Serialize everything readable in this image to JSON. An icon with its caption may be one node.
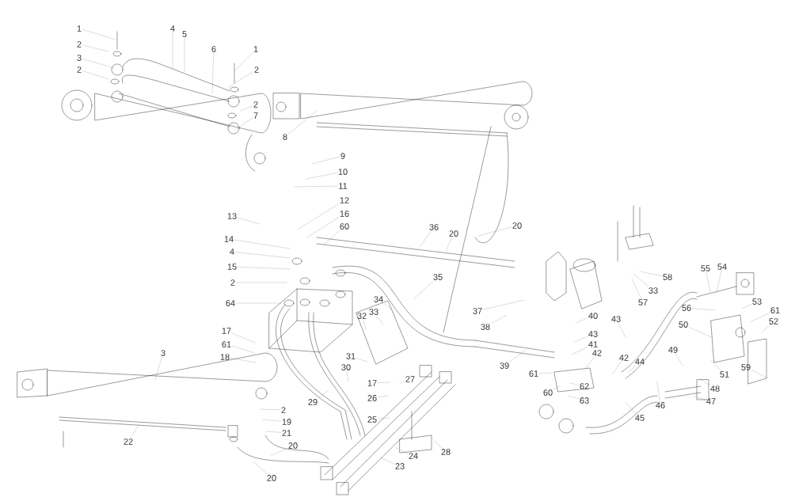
{
  "diagram": {
    "nodes": [
      {
        "text": [
          "1"
        ]
      },
      {
        "text": [
          "2"
        ]
      },
      {
        "text": [
          "3"
        ]
      },
      {
        "text": [
          "2"
        ]
      },
      {
        "text": [
          "4"
        ]
      },
      {
        "text": [
          "5"
        ]
      },
      {
        "text": [
          "6"
        ]
      },
      {
        "text": [
          "1"
        ]
      },
      {
        "text": [
          "2"
        ]
      },
      {
        "text": [
          "2"
        ]
      },
      {
        "text": [
          "7"
        ]
      },
      {
        "text": [
          "8"
        ]
      },
      {
        "text": [
          "9"
        ]
      },
      {
        "text": [
          "10"
        ]
      },
      {
        "text": [
          "11"
        ]
      },
      {
        "text": [
          "12"
        ]
      },
      {
        "text": [
          "16"
        ]
      },
      {
        "text": [
          "60"
        ]
      },
      {
        "text": [
          "13"
        ]
      },
      {
        "text": [
          "14"
        ]
      },
      {
        "text": [
          "4"
        ]
      },
      {
        "text": [
          "15"
        ]
      },
      {
        "text": [
          "2"
        ]
      },
      {
        "text": [
          "64"
        ]
      },
      {
        "text": [
          "17"
        ]
      },
      {
        "text": [
          "61"
        ]
      },
      {
        "text": [
          "18"
        ]
      },
      {
        "text": [
          "3"
        ]
      },
      {
        "text": [
          "2"
        ]
      },
      {
        "text": [
          "19"
        ]
      },
      {
        "text": [
          "21"
        ]
      },
      {
        "text": [
          "20"
        ]
      },
      {
        "text": [
          "22"
        ]
      },
      {
        "text": [
          "20"
        ]
      },
      {
        "text": [
          "29"
        ]
      },
      {
        "text": [
          "30"
        ]
      },
      {
        "text": [
          "31"
        ]
      },
      {
        "text": [
          "32"
        ]
      },
      {
        "text": [
          "33"
        ]
      },
      {
        "text": [
          "34"
        ]
      },
      {
        "text": [
          "35"
        ]
      },
      {
        "text": [
          "36"
        ]
      },
      {
        "text": [
          "20"
        ]
      },
      {
        "text": [
          "20"
        ]
      },
      {
        "text": [
          "37"
        ]
      },
      {
        "text": [
          "38"
        ]
      },
      {
        "text": [
          "39"
        ]
      },
      {
        "text": [
          "40"
        ]
      },
      {
        "text": [
          "43"
        ]
      },
      {
        "text": [
          "41"
        ]
      },
      {
        "text": [
          "42"
        ]
      },
      {
        "text": [
          "42"
        ]
      },
      {
        "text": [
          "44"
        ]
      },
      {
        "text": [
          "43"
        ]
      },
      {
        "text": [
          "45"
        ]
      },
      {
        "text": [
          "46"
        ]
      },
      {
        "text": [
          "49"
        ]
      },
      {
        "text": [
          "50"
        ]
      },
      {
        "text": [
          "51"
        ]
      },
      {
        "text": [
          "52"
        ]
      },
      {
        "text": [
          "53"
        ]
      },
      {
        "text": [
          "61"
        ]
      },
      {
        "text": [
          "54"
        ]
      },
      {
        "text": [
          "55"
        ]
      },
      {
        "text": [
          "56"
        ]
      },
      {
        "text": [
          "58"
        ]
      },
      {
        "text": [
          "33"
        ]
      },
      {
        "text": [
          "57"
        ]
      },
      {
        "text": [
          "48"
        ]
      },
      {
        "text": [
          "47"
        ]
      },
      {
        "text": [
          "59"
        ]
      },
      {
        "text": [
          "61"
        ]
      },
      {
        "text": [
          "60"
        ]
      },
      {
        "text": [
          "62"
        ]
      },
      {
        "text": [
          "63"
        ]
      },
      {
        "text": [
          "17"
        ]
      },
      {
        "text": [
          "27"
        ]
      },
      {
        "text": [
          "26"
        ]
      },
      {
        "text": [
          "25"
        ]
      },
      {
        "text": [
          "24"
        ]
      },
      {
        "text": [
          "23"
        ]
      },
      {
        "text": [
          "28"
        ]
      }
    ],
    "edges": [
      {
        "from": 0,
        "to": null,
        "arrow": "none"
      },
      {
        "from": 1,
        "to": null,
        "arrow": "none"
      },
      {
        "from": 2,
        "to": null,
        "arrow": "none"
      },
      {
        "from": 3,
        "to": null,
        "arrow": "none"
      },
      {
        "from": 4,
        "to": null,
        "arrow": "none"
      },
      {
        "from": 5,
        "to": null,
        "arrow": "none"
      },
      {
        "from": 6,
        "to": null,
        "arrow": "none"
      },
      {
        "from": 7,
        "to": null,
        "arrow": "none"
      },
      {
        "from": 8,
        "to": null,
        "arrow": "none"
      },
      {
        "from": 9,
        "to": null,
        "arrow": "none"
      },
      {
        "from": 10,
        "to": null,
        "arrow": "none"
      },
      {
        "from": 11,
        "to": null,
        "arrow": "none"
      },
      {
        "from": 12,
        "to": null,
        "arrow": "none"
      },
      {
        "from": 13,
        "to": null,
        "arrow": "none"
      },
      {
        "from": 14,
        "to": null,
        "arrow": "none"
      },
      {
        "from": 15,
        "to": null,
        "arrow": "none"
      },
      {
        "from": 16,
        "to": null,
        "arrow": "none"
      },
      {
        "from": 17,
        "to": null,
        "arrow": "none"
      },
      {
        "from": 18,
        "to": null,
        "arrow": "none"
      },
      {
        "from": 19,
        "to": null,
        "arrow": "none"
      },
      {
        "from": 20,
        "to": null,
        "arrow": "none"
      },
      {
        "from": 21,
        "to": null,
        "arrow": "none"
      },
      {
        "from": 22,
        "to": null,
        "arrow": "none"
      },
      {
        "from": 23,
        "to": null,
        "arrow": "none"
      },
      {
        "from": 24,
        "to": null,
        "arrow": "none"
      },
      {
        "from": 25,
        "to": null,
        "arrow": "none"
      },
      {
        "from": 26,
        "to": null,
        "arrow": "none"
      },
      {
        "from": 27,
        "to": null,
        "arrow": "none"
      },
      {
        "from": 28,
        "to": null,
        "arrow": "none"
      },
      {
        "from": 29,
        "to": null,
        "arrow": "none"
      },
      {
        "from": 30,
        "to": null,
        "arrow": "none"
      },
      {
        "from": 31,
        "to": null,
        "arrow": "none"
      },
      {
        "from": 32,
        "to": null,
        "arrow": "none"
      },
      {
        "from": 33,
        "to": null,
        "arrow": "none"
      },
      {
        "from": 34,
        "to": null,
        "arrow": "none"
      },
      {
        "from": 35,
        "to": null,
        "arrow": "none"
      },
      {
        "from": 36,
        "to": null,
        "arrow": "none"
      },
      {
        "from": 37,
        "to": null,
        "arrow": "none"
      },
      {
        "from": 38,
        "to": null,
        "arrow": "none"
      },
      {
        "from": 39,
        "to": null,
        "arrow": "none"
      },
      {
        "from": 40,
        "to": null,
        "arrow": "none"
      },
      {
        "from": 41,
        "to": null,
        "arrow": "none"
      },
      {
        "from": 42,
        "to": null,
        "arrow": "none"
      },
      {
        "from": 43,
        "to": null,
        "arrow": "none"
      },
      {
        "from": 44,
        "to": null,
        "arrow": "none"
      },
      {
        "from": 45,
        "to": null,
        "arrow": "none"
      },
      {
        "from": 46,
        "to": null,
        "arrow": "none"
      },
      {
        "from": 47,
        "to": null,
        "arrow": "none"
      },
      {
        "from": 48,
        "to": null,
        "arrow": "none"
      },
      {
        "from": 49,
        "to": null,
        "arrow": "none"
      },
      {
        "from": 50,
        "to": null,
        "arrow": "none"
      },
      {
        "from": 51,
        "to": null,
        "arrow": "none"
      },
      {
        "from": 52,
        "to": null,
        "arrow": "none"
      },
      {
        "from": 53,
        "to": null,
        "arrow": "none"
      },
      {
        "from": 54,
        "to": null,
        "arrow": "none"
      },
      {
        "from": 55,
        "to": null,
        "arrow": "none"
      },
      {
        "from": 56,
        "to": null,
        "arrow": "none"
      },
      {
        "from": 57,
        "to": null,
        "arrow": "none"
      },
      {
        "from": 58,
        "to": null,
        "arrow": "none"
      },
      {
        "from": 59,
        "to": null,
        "arrow": "none"
      },
      {
        "from": 60,
        "to": null,
        "arrow": "none"
      },
      {
        "from": 61,
        "to": null,
        "arrow": "none"
      },
      {
        "from": 62,
        "to": null,
        "arrow": "none"
      },
      {
        "from": 63,
        "to": null,
        "arrow": "none"
      },
      {
        "from": 64,
        "to": null,
        "arrow": "none"
      },
      {
        "from": 65,
        "to": null,
        "arrow": "none"
      },
      {
        "from": 66,
        "to": null,
        "arrow": "none"
      },
      {
        "from": 67,
        "to": null,
        "arrow": "none"
      },
      {
        "from": 68,
        "to": null,
        "arrow": "none"
      },
      {
        "from": 69,
        "to": null,
        "arrow": "none"
      },
      {
        "from": 70,
        "to": null,
        "arrow": "none"
      },
      {
        "from": 71,
        "to": null,
        "arrow": "none"
      },
      {
        "from": 72,
        "to": null,
        "arrow": "none"
      },
      {
        "from": 73,
        "to": null,
        "arrow": "none"
      },
      {
        "from": 74,
        "to": null,
        "arrow": "none"
      },
      {
        "from": 75,
        "to": null,
        "arrow": "none"
      },
      {
        "from": 76,
        "to": null,
        "arrow": "none"
      },
      {
        "from": 77,
        "to": null,
        "arrow": "none"
      },
      {
        "from": 78,
        "to": null,
        "arrow": "none"
      },
      {
        "from": 79,
        "to": null,
        "arrow": "none"
      },
      {
        "from": 80,
        "to": null,
        "arrow": "none"
      },
      {
        "from": 81,
        "to": null,
        "arrow": "none"
      }
    ]
  }
}
